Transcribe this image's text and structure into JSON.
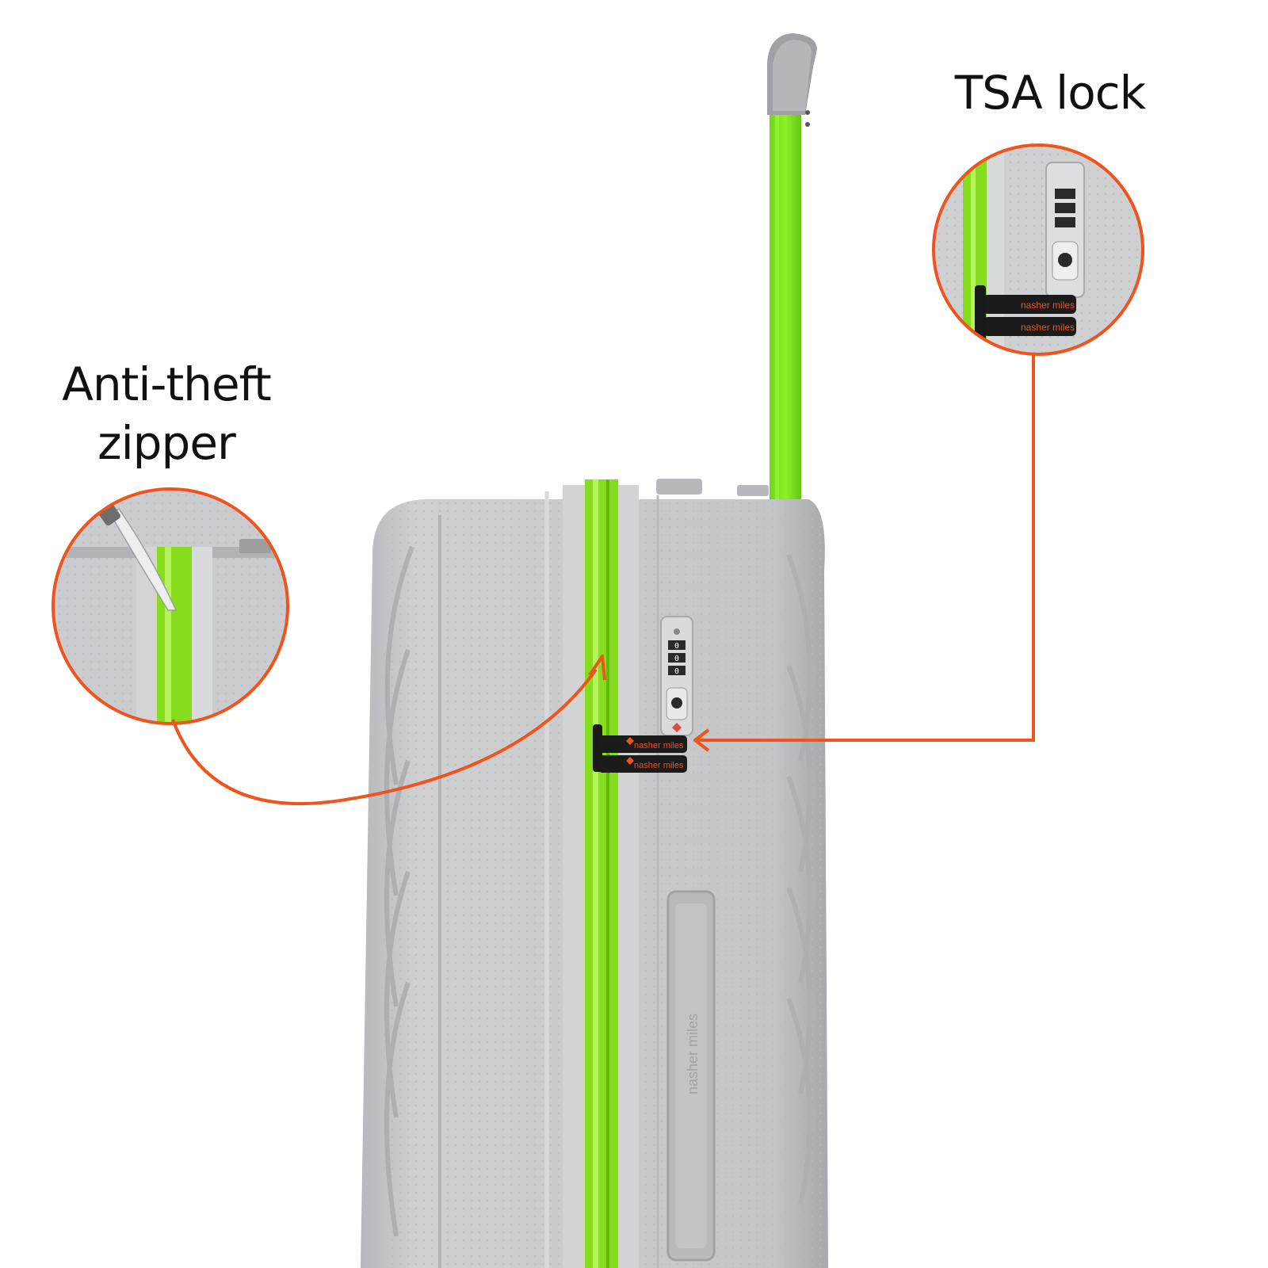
{
  "callouts": {
    "tsa_lock": {
      "label": "TSA lock"
    },
    "anti_theft_zipper": {
      "label_line1": "Anti-theft",
      "label_line2": "zipper"
    }
  },
  "product": {
    "brand_mark": "nasher miles",
    "lock_dials": [
      "0",
      "0",
      "0"
    ]
  },
  "colors": {
    "shell": "#c6c7c9",
    "shell_dark": "#a9aaad",
    "zipper_green": "#8ee21f",
    "handle_green": "#7fe320",
    "accent_orange": "#f0531c",
    "tag_black": "#1b1b1b",
    "text": "#111111"
  }
}
